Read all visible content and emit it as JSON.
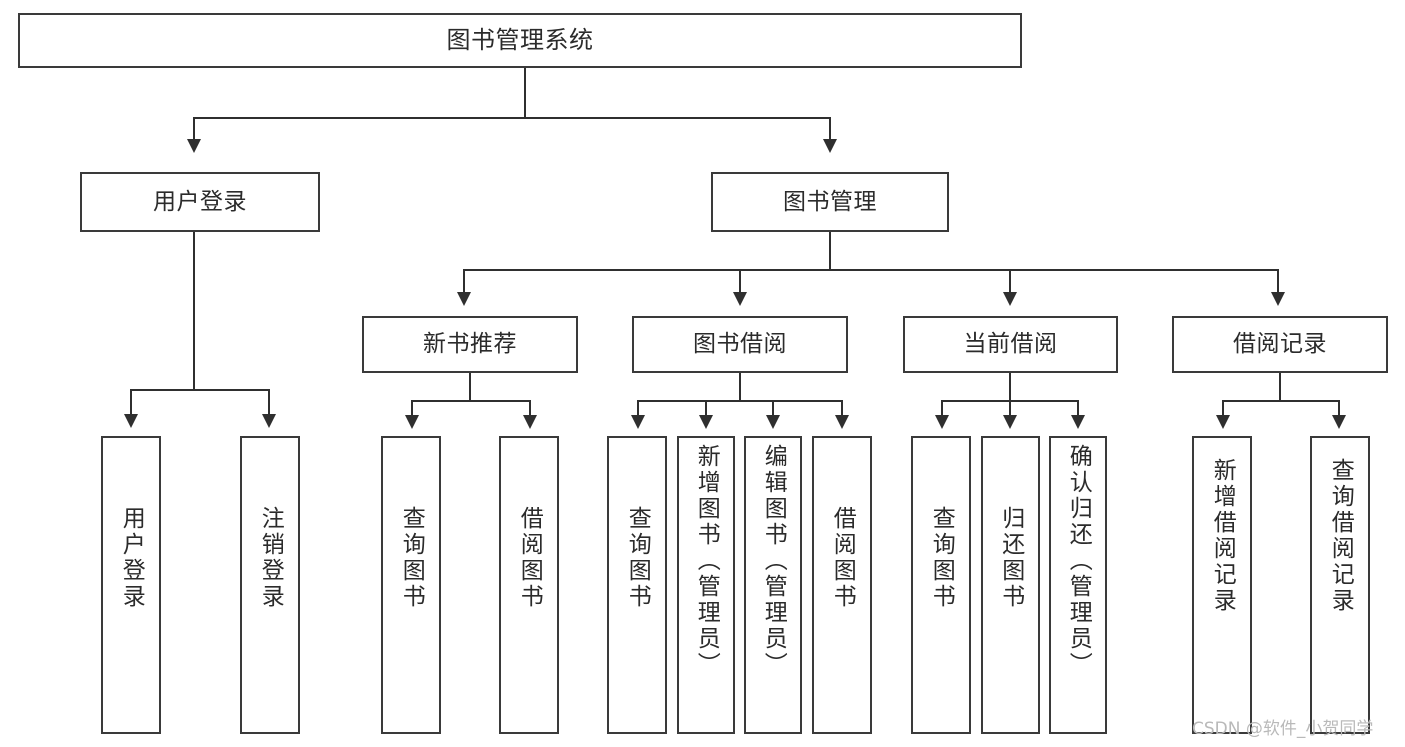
{
  "diagram": {
    "type": "tree-hierarchy",
    "title": "图书管理系统",
    "orientation": "top-down",
    "colors": {
      "stroke": "#2f2f2f",
      "box_border": "#3a3a3a",
      "background": "#ffffff",
      "text": "#2b2b2b",
      "watermark": "#b9b9b9"
    }
  },
  "root": {
    "label": "图书管理系统"
  },
  "level2": [
    {
      "id": "user-login",
      "label": "用户登录"
    },
    {
      "id": "book-management",
      "label": "图书管理"
    }
  ],
  "level3": [
    {
      "id": "new-book-recommend",
      "label": "新书推荐",
      "parent": "book-management"
    },
    {
      "id": "book-borrow",
      "label": "图书借阅",
      "parent": "book-management"
    },
    {
      "id": "current-borrow",
      "label": "当前借阅",
      "parent": "book-management"
    },
    {
      "id": "borrow-record",
      "label": "借阅记录",
      "parent": "book-management"
    }
  ],
  "leaves": {
    "user_login": [
      {
        "id": "leaf-user-login",
        "label": "用户登录"
      },
      {
        "id": "leaf-user-logout",
        "label": "注销登录"
      }
    ],
    "new_book_recommend": [
      {
        "id": "leaf-query-book-1",
        "label": "查询图书"
      },
      {
        "id": "leaf-borrow-book-1",
        "label": "借阅图书"
      }
    ],
    "book_borrow": [
      {
        "id": "leaf-query-book-2",
        "label": "查询图书"
      },
      {
        "id": "leaf-add-book",
        "label": "新增图书（管理员）"
      },
      {
        "id": "leaf-edit-book",
        "label": "编辑图书（管理员）"
      },
      {
        "id": "leaf-borrow-book-2",
        "label": "借阅图书"
      }
    ],
    "current_borrow": [
      {
        "id": "leaf-query-book-3",
        "label": "查询图书"
      },
      {
        "id": "leaf-return-book",
        "label": "归还图书"
      },
      {
        "id": "leaf-confirm-return",
        "label": "确认归还（管理员）"
      }
    ],
    "borrow_record": [
      {
        "id": "leaf-add-record",
        "label": "新增借阅记录"
      },
      {
        "id": "leaf-query-record",
        "label": "查询借阅记录"
      }
    ]
  },
  "watermark": {
    "text": "CSDN @软件_小贺同学"
  }
}
